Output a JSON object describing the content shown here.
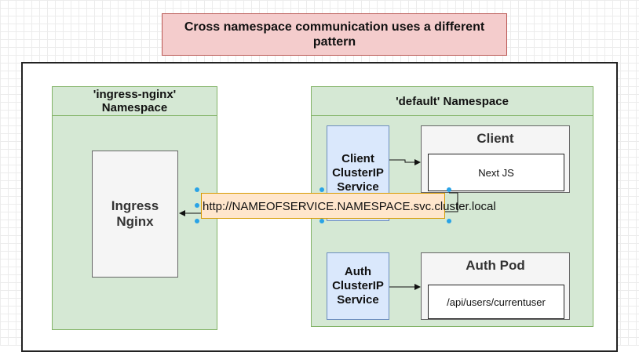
{
  "title": {
    "line1": "Cross namespace communication uses a different",
    "line2": "pattern"
  },
  "ingress_namespace": {
    "line1": "'ingress-nginx'",
    "line2": "Namespace",
    "box": {
      "line1": "Ingress",
      "line2": "Nginx"
    }
  },
  "default_namespace": {
    "label": "'default' Namespace",
    "client_service": {
      "line1": "Client",
      "line2": "ClusterIP",
      "line3": "Service"
    },
    "client_pod": {
      "title": "Client",
      "inner": "Next JS"
    },
    "auth_service": {
      "line1": "Auth",
      "line2": "ClusterIP",
      "line3": "Service"
    },
    "auth_pod": {
      "title": "Auth Pod",
      "inner": "/api/users/currentuser"
    }
  },
  "url_label": "http://NAMEOFSERVICE.NAMESPACE.svc.cluster.local",
  "colors": {
    "title_fill": "#f4cccc",
    "namespace_fill": "#d5e8d4",
    "service_fill": "#dae8fc",
    "url_fill": "#ffe6cc",
    "handle": "#29a3e6"
  }
}
